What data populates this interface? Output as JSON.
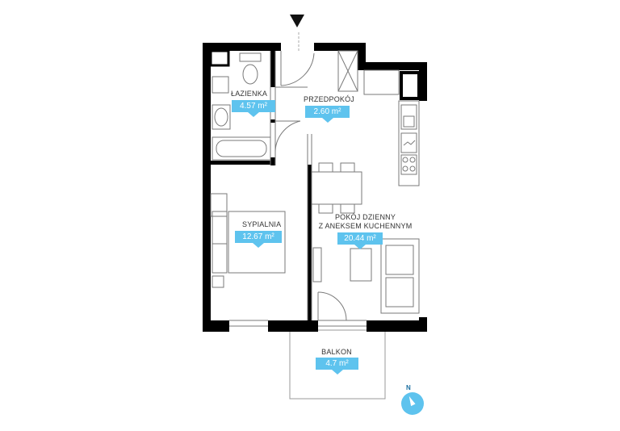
{
  "rooms": {
    "lazienka": {
      "name": "ŁAZIENKA",
      "area": "4.57 m²"
    },
    "przedpokoj": {
      "name": "PRZEDPOKÓJ",
      "area": "2.60 m²"
    },
    "sypialnia": {
      "name": "SYPIALNIA",
      "area": "12.67 m²"
    },
    "pokoj": {
      "name_line1": "POKÓJ DZIENNY",
      "name_line2": "Z ANEKSEM KUCHENNYM",
      "area": "20.44 m²"
    },
    "balkon": {
      "name": "BALKON",
      "area": "4.7 m²"
    }
  },
  "compass": {
    "letter": "N"
  },
  "colors": {
    "wall": "#000000",
    "accent": "#5ec3ee",
    "line": "#8a8a8a"
  },
  "icons": [
    "entry-arrow-icon",
    "compass-icon"
  ]
}
